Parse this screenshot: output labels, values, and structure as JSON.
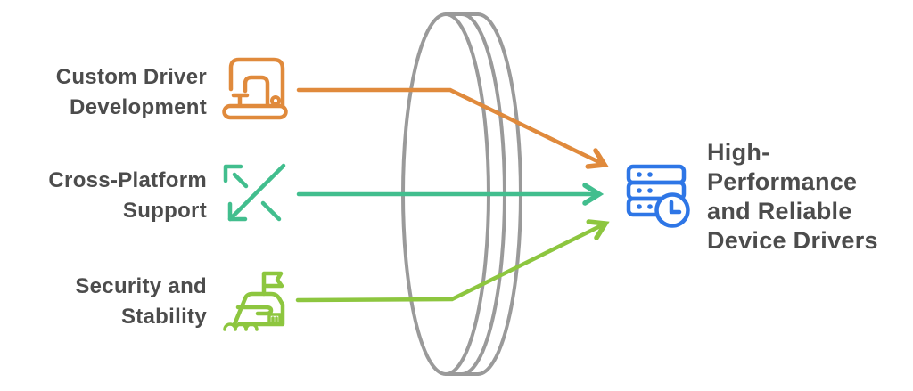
{
  "colors": {
    "orange": "#E08A3C",
    "teal": "#42BE8E",
    "lime": "#8DC63F",
    "blue": "#2E76E6",
    "gray": "#9A9A9A",
    "text": "#4C4C4C",
    "background": "#FFFFFF"
  },
  "inputs": [
    {
      "id": "custom-driver-development",
      "lines": [
        "Custom Driver",
        "Development"
      ],
      "icon": "sewing-machine-icon",
      "color": "#E08A3C"
    },
    {
      "id": "cross-platform-support",
      "lines": [
        "Cross-Platform",
        "Support"
      ],
      "icon": "cross-arrows-icon",
      "color": "#42BE8E"
    },
    {
      "id": "security-and-stability",
      "lines": [
        "Security and",
        "Stability"
      ],
      "icon": "buoy-icon",
      "color": "#8DC63F"
    }
  ],
  "output": {
    "id": "high-performance-reliable-device-drivers",
    "lines": [
      "High-",
      "Performance",
      "and Reliable",
      "Device Drivers"
    ],
    "icon": "server-clock-icon",
    "color": "#2E76E6"
  },
  "lens": {
    "id": "focusing-lens",
    "color": "#9A9A9A"
  },
  "arrows": [
    {
      "from": "custom-driver-development",
      "to": "high-performance-reliable-device-drivers",
      "color": "#E08A3C"
    },
    {
      "from": "cross-platform-support",
      "to": "high-performance-reliable-device-drivers",
      "color": "#42BE8E"
    },
    {
      "from": "security-and-stability",
      "to": "high-performance-reliable-device-drivers",
      "color": "#8DC63F"
    }
  ]
}
